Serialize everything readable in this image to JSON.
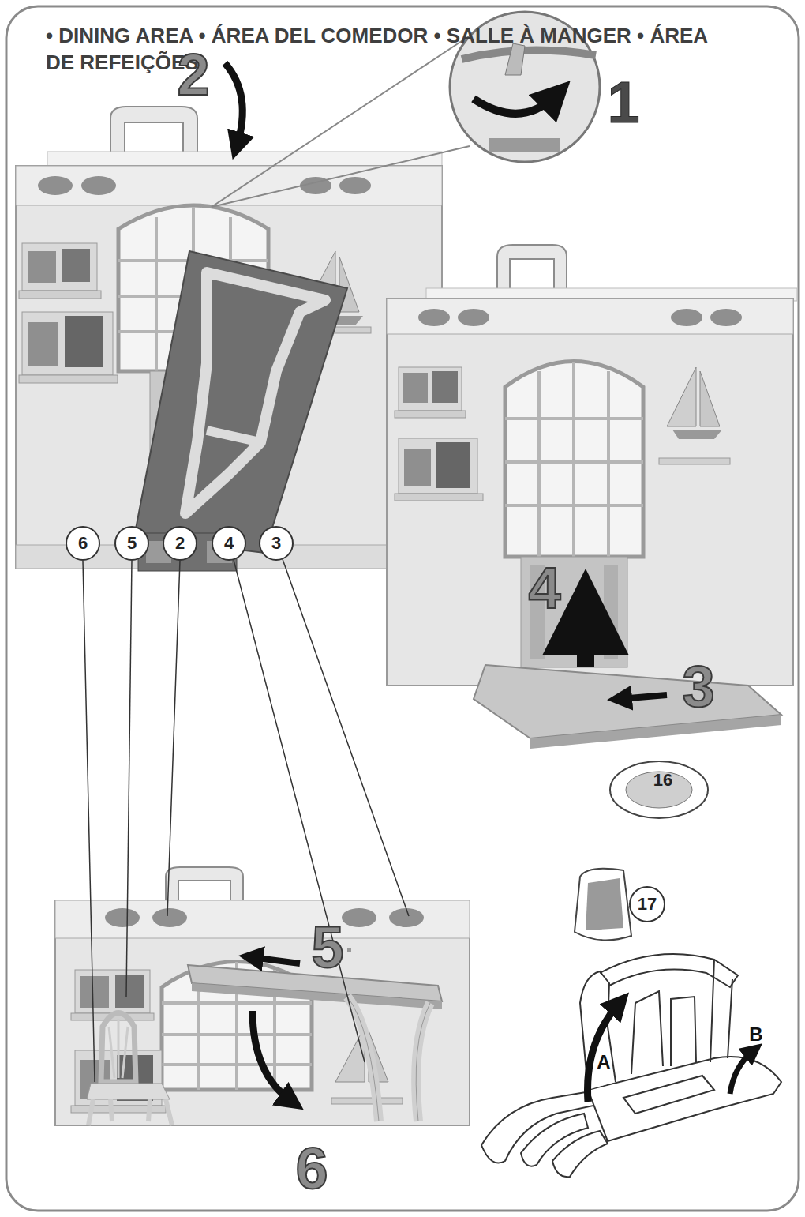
{
  "diagram": {
    "title": "• DINING AREA • ÁREA DEL COMEDOR • SALLE À MANGER • ÁREA DE REFEIÇÕES",
    "labels": [
      "1",
      "2",
      "4",
      "3",
      "6",
      "5",
      "2",
      "4",
      "3",
      "16",
      "17",
      "5",
      "A",
      "B",
      "6"
    ]
  }
}
